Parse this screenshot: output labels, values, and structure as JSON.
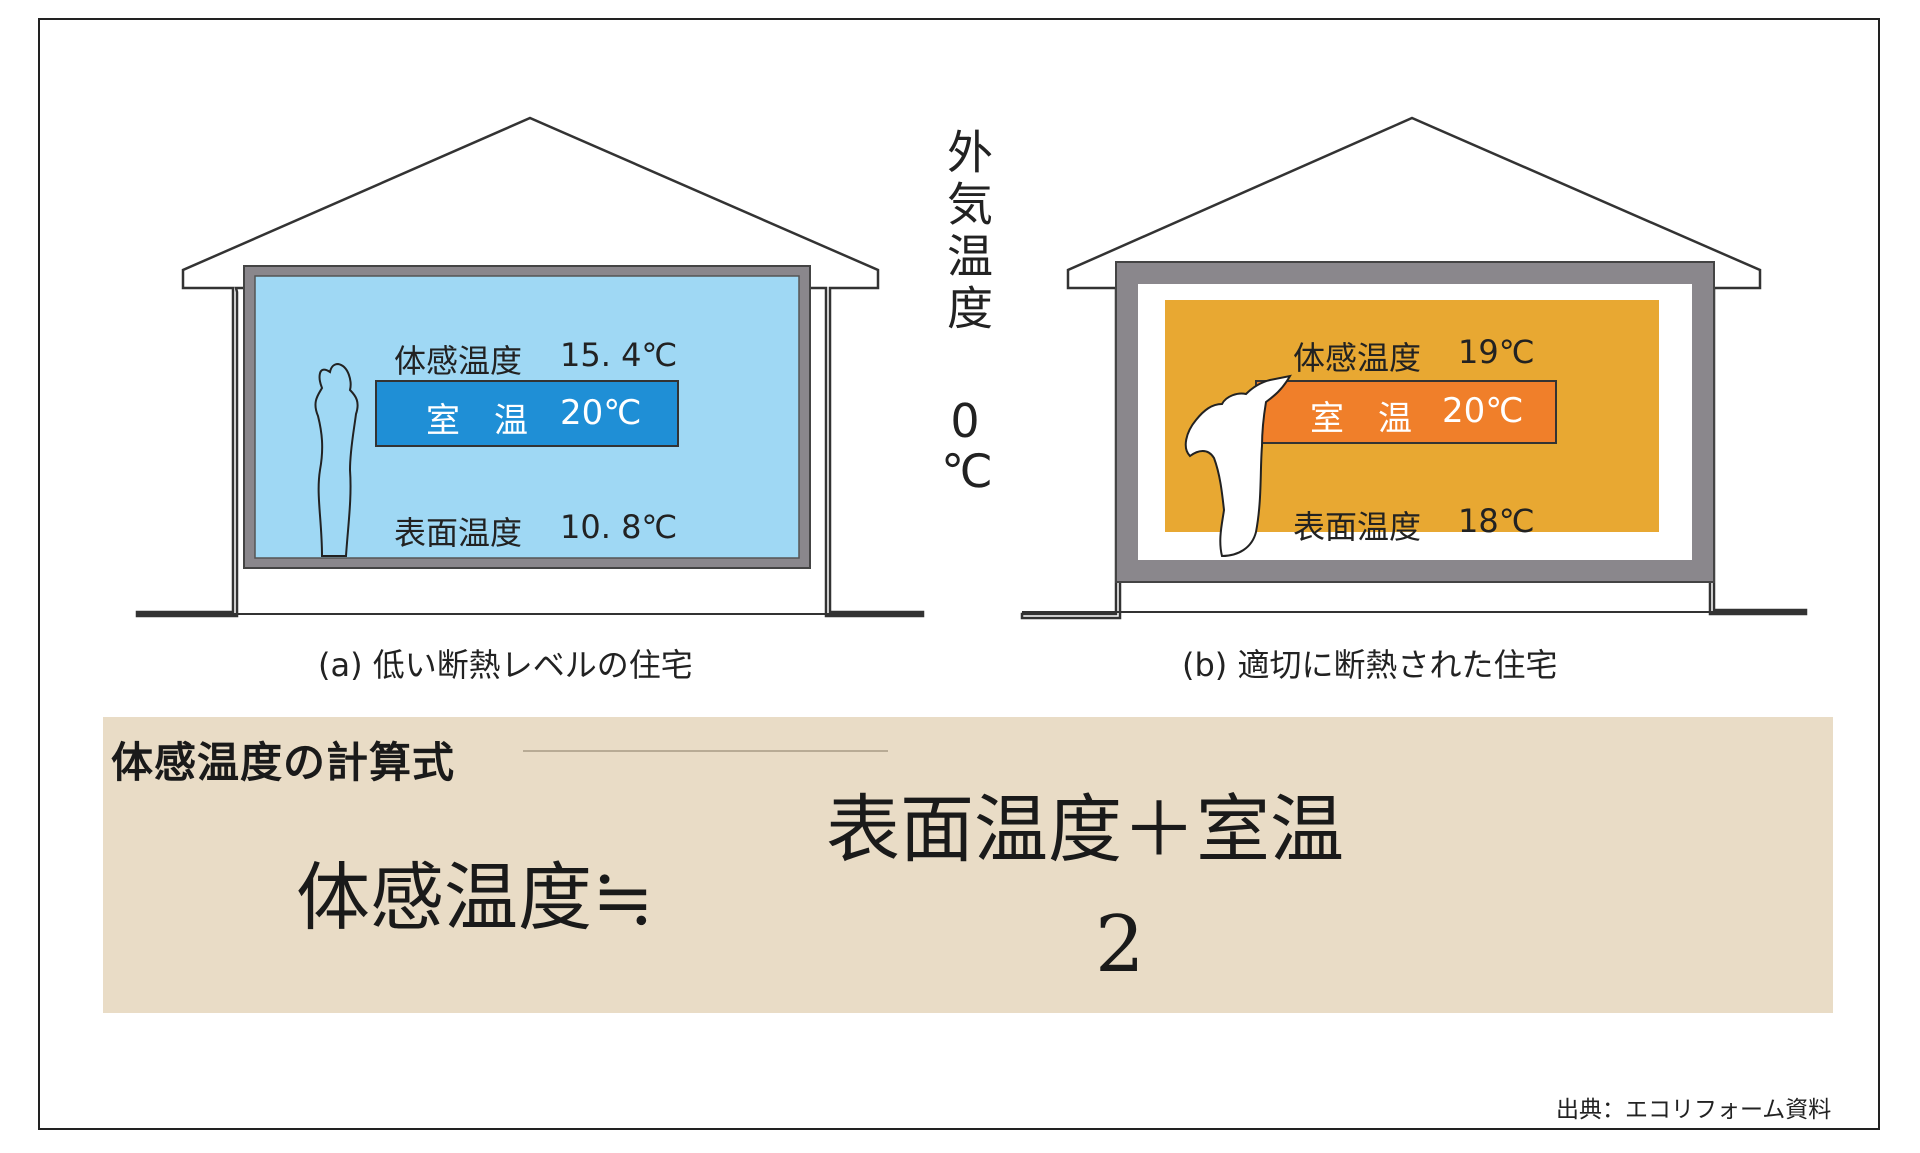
{
  "outside": {
    "label": "外気温度",
    "value": "0",
    "unit": "℃"
  },
  "house_a": {
    "caption": "(a) 低い断熱レベルの住宅",
    "felt_label": "体感温度",
    "felt_value": "15. 4℃",
    "room_label": "室　温",
    "room_value": "20℃",
    "surface_label": "表面温度",
    "surface_value": "10. 8℃"
  },
  "house_b": {
    "caption": "(b) 適切に断熱された住宅",
    "felt_label": "体感温度",
    "felt_value": "19℃",
    "room_label": "室　温",
    "room_value": "20℃",
    "surface_label": "表面温度",
    "surface_value": "18℃"
  },
  "formula": {
    "title": "体感温度の計算式",
    "lhs": "体感温度≒",
    "numerator": "表面温度＋室温",
    "denominator": "2"
  },
  "source": "出典：エコリフォーム資料",
  "colors": {
    "cold_room": "#9fd8f4",
    "cold_bar": "#1f8fd6",
    "warm_room": "#e8a832",
    "warm_bar": "#f07f2a",
    "wall_gray": "#8a878c",
    "formula_bg": "#e9dcc6"
  }
}
